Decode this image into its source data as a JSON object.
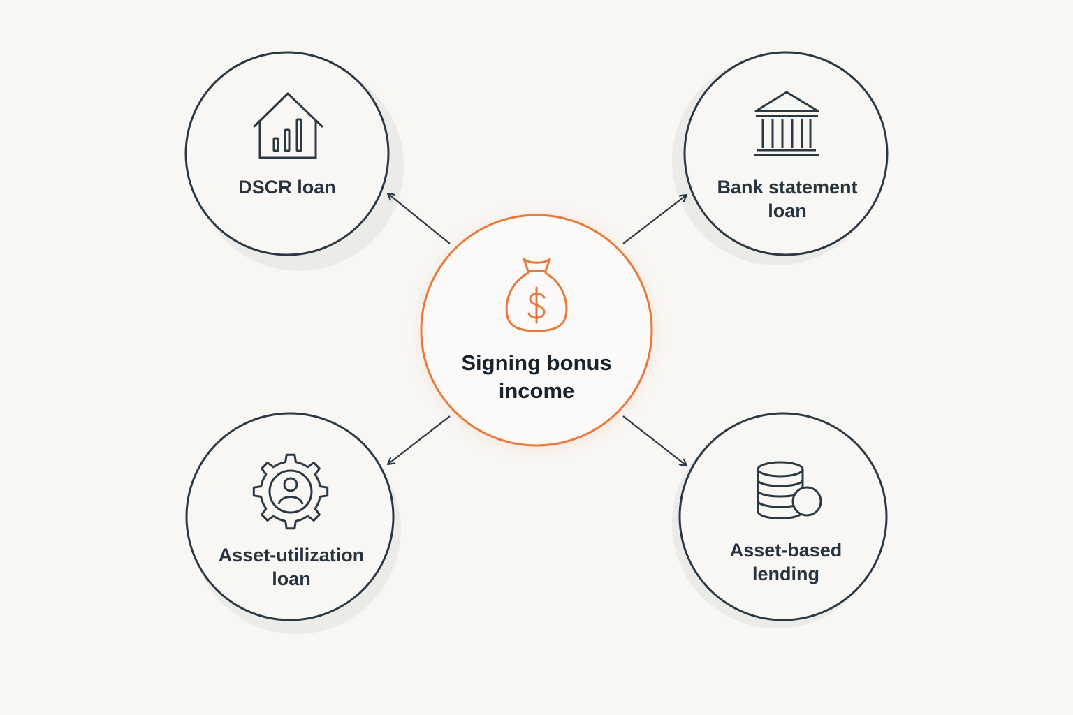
{
  "colors": {
    "background": "#f8f7f4",
    "node_stroke": "#2b3944",
    "center_accent": "#e8793a",
    "shadow": "#ebebe8"
  },
  "center": {
    "label": "Signing bonus\nincome",
    "icon": "money-bag-icon"
  },
  "nodes": [
    {
      "id": "dscr",
      "label": "DSCR loan",
      "icon": "house-chart-icon"
    },
    {
      "id": "bank",
      "label": "Bank statement\nloan",
      "icon": "bank-building-icon"
    },
    {
      "id": "asset_util",
      "label": "Asset-utilization\nloan",
      "icon": "gear-person-icon"
    },
    {
      "id": "asset_based",
      "label": "Asset-based\nlending",
      "icon": "database-coin-icon"
    }
  ]
}
